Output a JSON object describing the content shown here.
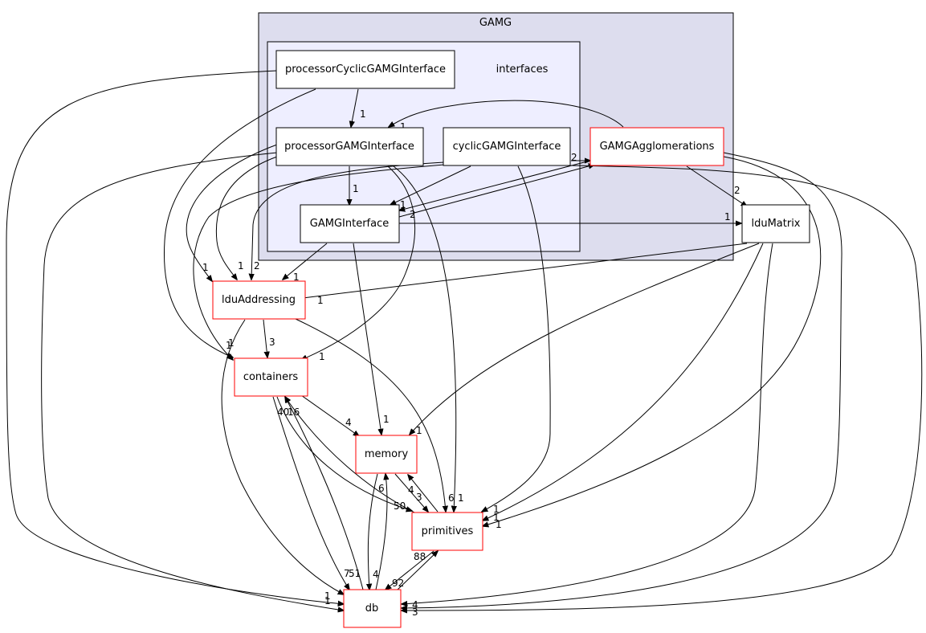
{
  "clusters": {
    "gamg": "GAMG",
    "interfaces": "interfaces"
  },
  "nodes": {
    "processorCyclicGAMGInterface": "processorCyclicGAMGInterface",
    "processorGAMGInterface": "processorGAMGInterface",
    "cyclicGAMGInterface": "cyclicGAMGInterface",
    "GAMGAgglomerations": "GAMGAgglomerations",
    "GAMGInterface": "GAMGInterface",
    "lduMatrix": "lduMatrix",
    "lduAddressing": "lduAddressing",
    "containers": "containers",
    "memory": "memory",
    "primitives": "primitives",
    "db": "db"
  },
  "node_styles": {
    "red_border": "#ff0000",
    "black_border": "#000000",
    "outer_cluster_fill": "#ddddee",
    "inner_cluster_fill": "#eeeeff"
  },
  "edge_labels": {
    "pc_pg": "1",
    "ga_pg": "1",
    "pg_gi": "1",
    "cg_ga": "2",
    "ga_gi": "2",
    "ga_gi_b": "1",
    "ga_lm": "2",
    "gi_lm": "1",
    "gi_la": "1",
    "pg_la": "1",
    "cg_la": "2",
    "pc_la": "1",
    "lm_la": "1",
    "la_ct": "3",
    "la_ct_b": "1",
    "pg_ct": "1",
    "ct_mem": "4",
    "gi_mem": "1",
    "lm_mem": "1",
    "ct_pr": "50",
    "mem_pr": "4",
    "pr_mem": "3",
    "pg_pr": "6",
    "cg_pr": "1",
    "la_pr": "1",
    "lm_pr": "1",
    "ga_pr": "1",
    "ct_db": "40",
    "db_ct": "16",
    "mem_db": "6",
    "db_mem": "4",
    "la_db": "1",
    "pr_db": "88",
    "db_pr": "92",
    "lm_db": "4",
    "ga_db": "3",
    "pc_db": "1",
    "pg_db": "1",
    "ct_db_b": "7",
    "ct_db_c": "51"
  }
}
